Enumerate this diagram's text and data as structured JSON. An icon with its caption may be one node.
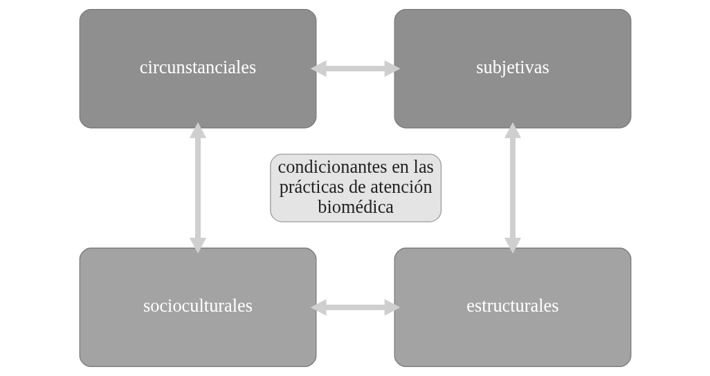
{
  "diagram": {
    "nodes": [
      {
        "text": [
          "circunstanciales"
        ]
      },
      {
        "text": [
          "subjetivas"
        ]
      },
      {
        "text": [
          "socioculturales"
        ]
      },
      {
        "text": [
          "estructurales"
        ]
      },
      {
        "text": [
          "condicionantes en las prácticas de atención biomédica"
        ]
      }
    ],
    "edges": [
      {
        "from": 0,
        "to": 1,
        "arrow": "both"
      },
      {
        "from": 0,
        "to": 2,
        "arrow": "both"
      },
      {
        "from": 1,
        "to": 3,
        "arrow": "both"
      },
      {
        "from": 2,
        "to": 3,
        "arrow": "both"
      }
    ]
  }
}
